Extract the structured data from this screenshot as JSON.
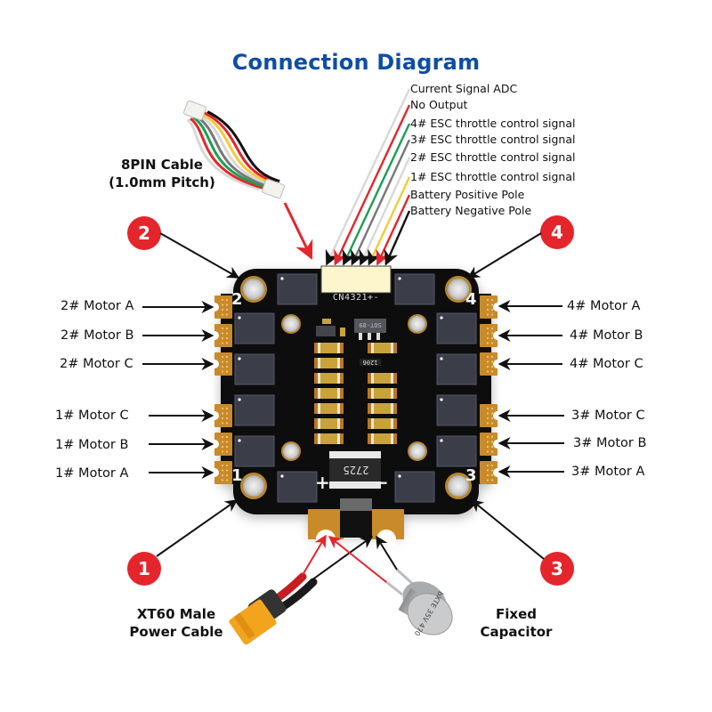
{
  "title": "Connection Diagram",
  "cable": {
    "name_line1": "8PIN Cable",
    "name_line2": "(1.0mm Pitch)",
    "wire_colors": [
      "#d8d8d8",
      "#e4262c",
      "#1aa052",
      "#777777",
      "#d8d8d8",
      "#f0cc3a",
      "#e4262c",
      "#111111"
    ]
  },
  "signals": [
    "Current Signal ADC",
    "No Output",
    "4# ESC throttle control signal",
    "3# ESC throttle control signal",
    "2# ESC throttle control signal",
    "1# ESC throttle control signal",
    "Battery Positive Pole",
    "Battery Negative Pole"
  ],
  "left_motors": [
    "2# Motor A",
    "2# Motor B",
    "2# Motor C",
    "1# Motor C",
    "1# Motor B",
    "1# Motor A"
  ],
  "right_motors": [
    "4# Motor  A",
    "4# Motor  B",
    "4# Motor C",
    "3# Motor C",
    "3# Motor B",
    "3# Motor  A"
  ],
  "badges": [
    "1",
    "2",
    "3",
    "4"
  ],
  "board": {
    "connector_label": "CN4321+-",
    "regulator_label": "SOT-89",
    "resistor_label": "1206",
    "shunt_label": "2725",
    "corner_numbers": [
      "2",
      "4",
      "1",
      "3"
    ],
    "plus_sign": "+",
    "minus_sign": "−"
  },
  "power": {
    "xt60_line1": "XT60 Male",
    "xt60_line2": "Power Cable",
    "cap_line1": "Fixed",
    "cap_line2": "Capacitor",
    "cap_text": [
      "bXTE",
      "35V",
      "470"
    ]
  },
  "colors": {
    "title": "#0d4ea6",
    "badge": "#e4262c",
    "pcb": "#0a0a0a",
    "pad": "#c98a2a",
    "mosfet": "#3b3d48",
    "arrow_red": "#e4262c",
    "arrow_black": "#111111"
  }
}
